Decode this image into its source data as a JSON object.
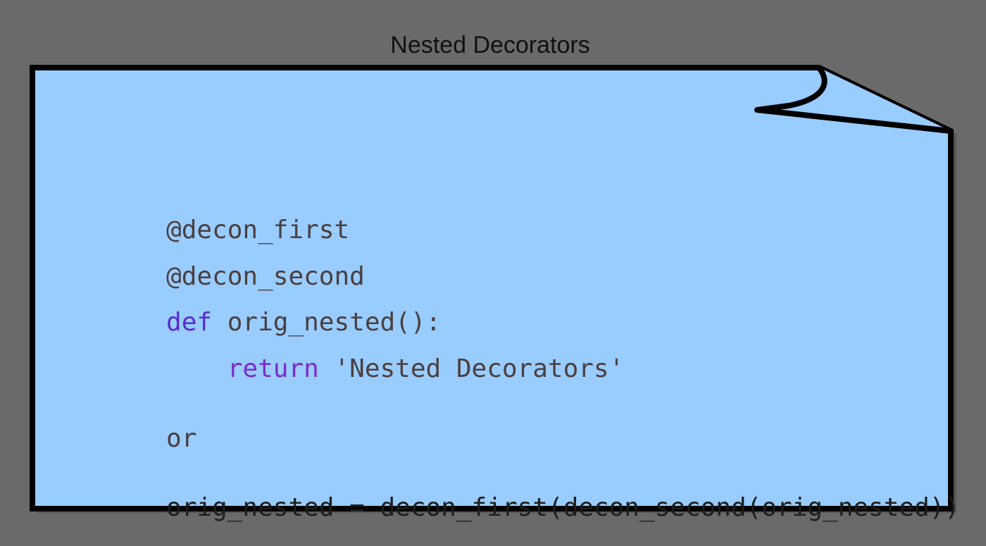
{
  "title": "Nested Decorators",
  "colors": {
    "background": "#6a6a6a",
    "note_fill": "#99ccff",
    "note_border": "#000000",
    "keyword": "#5b2cd0",
    "text": "#4a3f3f"
  },
  "code": {
    "line1": "@decon_first",
    "line2": "@decon_second",
    "line3_keyword": "def",
    "line3_rest": " orig_nested():",
    "line4_indent": "    ",
    "line4_keyword": "return",
    "line4_rest": " 'Nested Decorators'",
    "line5": "or",
    "line6": "orig_nested = decon_first(decon_second(orig_nested))"
  }
}
